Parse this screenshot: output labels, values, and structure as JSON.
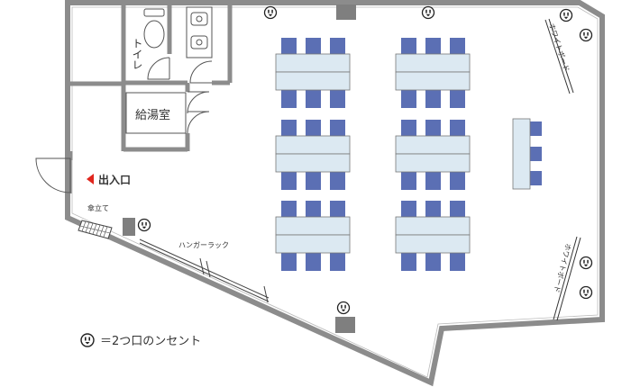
{
  "rooms": {
    "toilet": "トイレ",
    "kitchenette": "給湯室"
  },
  "entrance": {
    "label": "出入口"
  },
  "umbrella_stand": {
    "label": "傘立て"
  },
  "hanger_rack": {
    "label": "ハンガーラック"
  },
  "whiteboards": [
    {
      "label": "ホワイトボード"
    },
    {
      "label": "ホワイトボード"
    }
  ],
  "legend": {
    "text": "＝2つ口のンセント"
  },
  "colors": {
    "wall": "#8c8c8c",
    "chair": "#5b6fb4",
    "table": "#dce9f2",
    "entrance_arrow": "#e0261d",
    "pillar": "#7f7f7f"
  },
  "icons": {
    "outlet": "outlet-icon"
  }
}
